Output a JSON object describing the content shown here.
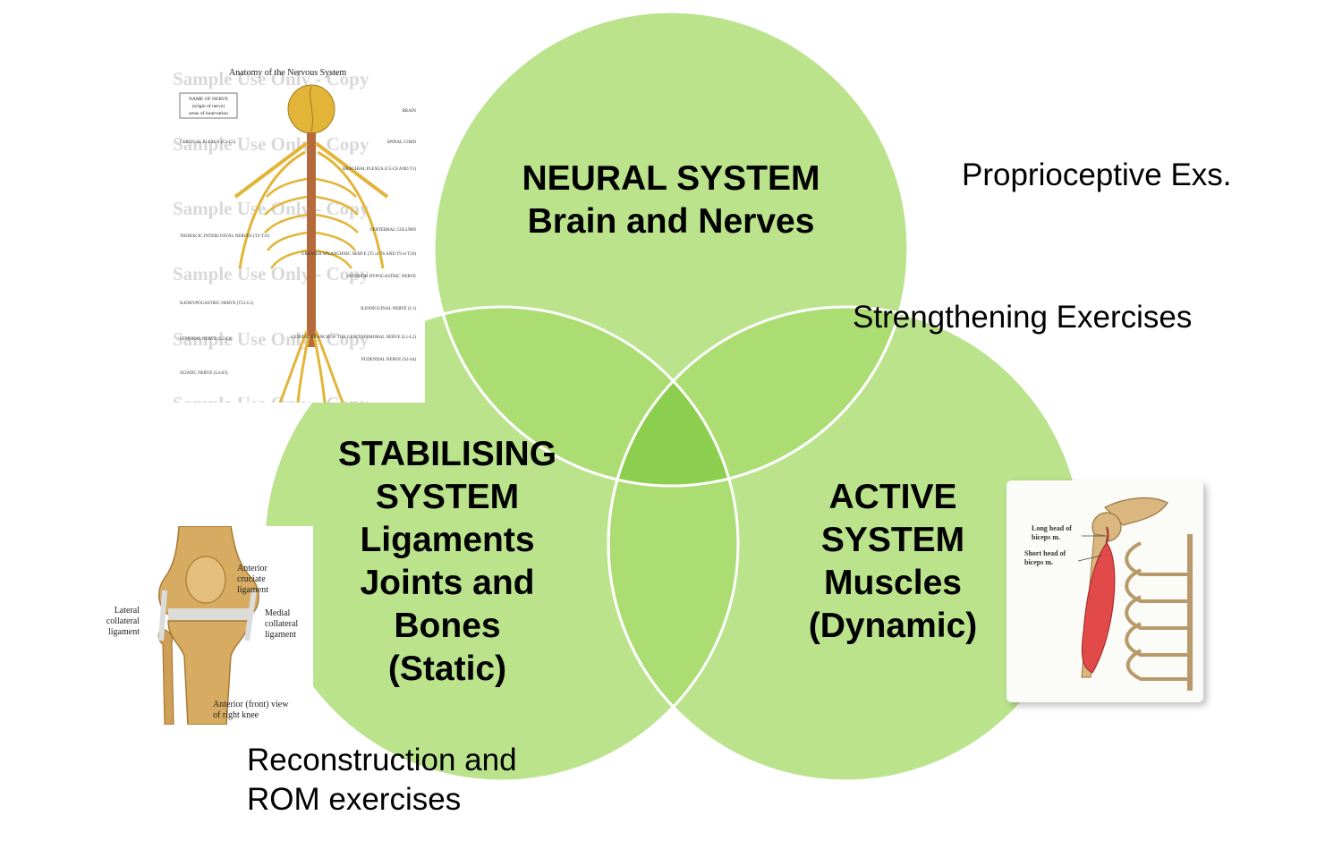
{
  "colors": {
    "circle_fill": "#a6db6c",
    "circle_stroke": "#ffffff",
    "overlap": "#88cc4a",
    "bone": "#d7ab62",
    "bone_dark": "#a87a34",
    "nerve": "#e2b539",
    "muscle": "#e24a4a"
  },
  "circles": {
    "neural": {
      "lines": [
        "NEURAL SYSTEM",
        "Brain and Nerves"
      ]
    },
    "stabilising": {
      "lines": [
        "STABILISING",
        "SYSTEM",
        "Ligaments",
        "Joints and",
        "Bones",
        "(Static)"
      ]
    },
    "active": {
      "lines": [
        "ACTIVE",
        "SYSTEM",
        "Muscles",
        "(Dynamic)"
      ]
    }
  },
  "notes": {
    "proprioceptive": "Proprioceptive Exs.",
    "strengthening": "Strengthening Exercises",
    "reconstruction": [
      "Reconstruction and",
      "ROM exercises"
    ]
  },
  "figures": {
    "nervous_system": {
      "title": "Anatomy of the Nervous System",
      "watermark": "Sample Use Only - Copy",
      "header_box": [
        "NAME OF NERVE",
        "(origin of nerve)",
        "areas of innervation"
      ],
      "left_labels": [
        "CERVICAL PLEXUS (C1-C5)",
        "THORACIC INTERCOSTAL NERVES (T2-T11)",
        "ILIOHYPOGASTRIC NERVE (T12-L1)",
        "FEMORAL NERVE (L2-L4)",
        "SCIATIC NERVE (L4-S3)"
      ],
      "right_labels": [
        "BRAIN",
        "SPINAL CORD",
        "BRACHIAL PLEXUS (C5-C8 AND T1)",
        "VERTEBRAL COLUMN",
        "GREATER SPLANCHNIC NERVE (T5 or T6 AND T9 or T10)",
        "INFERIOR HYPOGASTRIC NERVE",
        "ILIOINGUINAL NERVE (L1)",
        "GENITAL BRANCH OF THE GENITOFEMORAL NERVE (L1-L2)",
        "PUDENDAL NERVE (S2-S4)"
      ]
    },
    "knee": {
      "labels": {
        "acl": [
          "Anterior",
          "cruciate",
          "ligament"
        ],
        "lcl": [
          "Lateral",
          "collateral",
          "ligament"
        ],
        "mcl": [
          "Medial",
          "collateral",
          "ligament"
        ],
        "caption": [
          "Anterior (front) view",
          "of right knee"
        ]
      }
    },
    "biceps": {
      "labels": {
        "long_head": [
          "Long head of",
          "biceps m."
        ],
        "short_head": [
          "Short head of",
          "biceps m."
        ]
      }
    }
  }
}
